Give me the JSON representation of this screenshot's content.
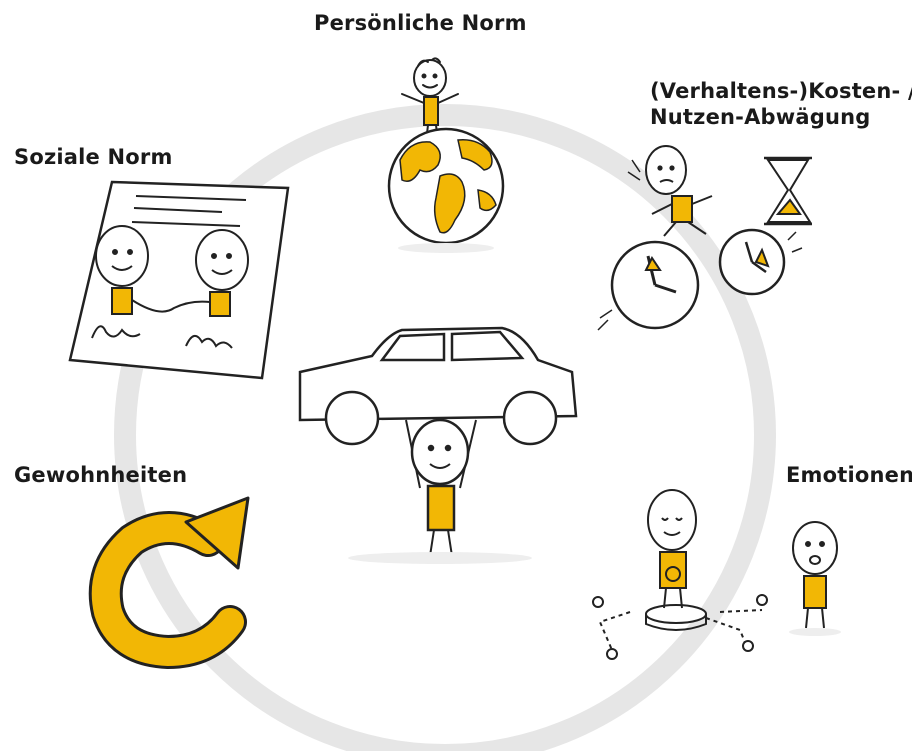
{
  "labels": {
    "persoenliche_norm": "Persönliche Norm",
    "kosten_nutzen_line1": "(Verhaltens-)Kosten- /",
    "kosten_nutzen_line2": "Nutzen-Abwägung",
    "soziale_norm": "Soziale Norm",
    "gewohnheiten": "Gewohnheiten",
    "emotionen": "Emotionen"
  },
  "colors": {
    "accent_yellow": "#f2b705",
    "ring_gray": "#e6e6e6",
    "ink": "#222222"
  },
  "icons": [
    "globe-icon",
    "stick-figure-icon",
    "contract-icon",
    "handshake-icon",
    "clock-icon",
    "hourglass-icon",
    "car-icon",
    "cycle-arrow-icon",
    "podium-icon",
    "medal-icon"
  ]
}
